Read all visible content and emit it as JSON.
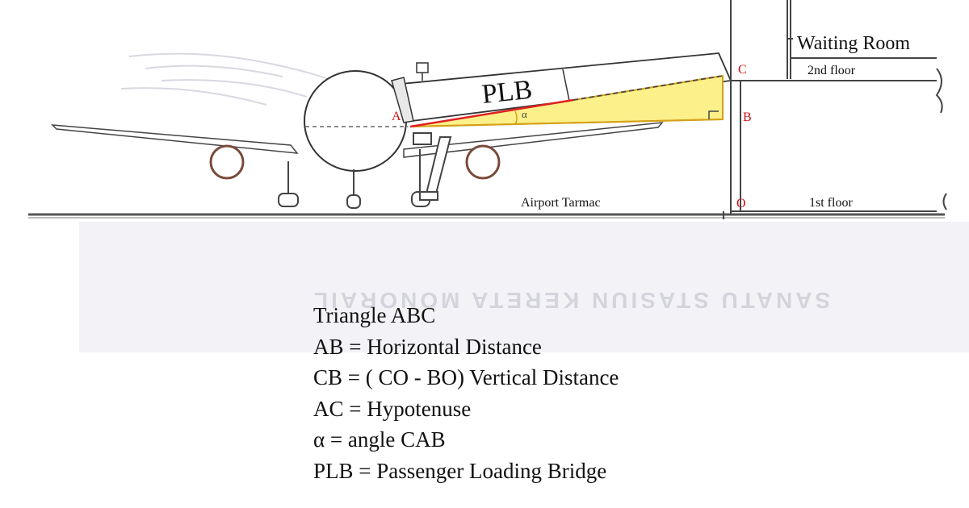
{
  "diagram": {
    "labels": {
      "plb": "PLB",
      "point_a": "A",
      "point_b": "B",
      "point_c": "C",
      "point_o": "O",
      "alpha": "α",
      "waiting_room": "Waiting Room",
      "second_floor": "2nd floor",
      "first_floor": "1st floor",
      "airport_tarmac": "Airport Tarmac"
    },
    "background_stamp": "SANATU STASIUN KERETA MONORAIL",
    "colors": {
      "triangle_fill": "#fbf08a",
      "triangle_edge": "#d4a017",
      "hypotenuse": "#e02020",
      "point_labels": "#cc1111",
      "line_art": "#444444"
    }
  },
  "legend": {
    "lines": [
      "Triangle ABC",
      "AB = Horizontal Distance",
      "CB = ( CO - BO) Vertical Distance",
      "AC = Hypotenuse",
      "α = angle CAB",
      "PLB = Passenger Loading Bridge"
    ]
  }
}
